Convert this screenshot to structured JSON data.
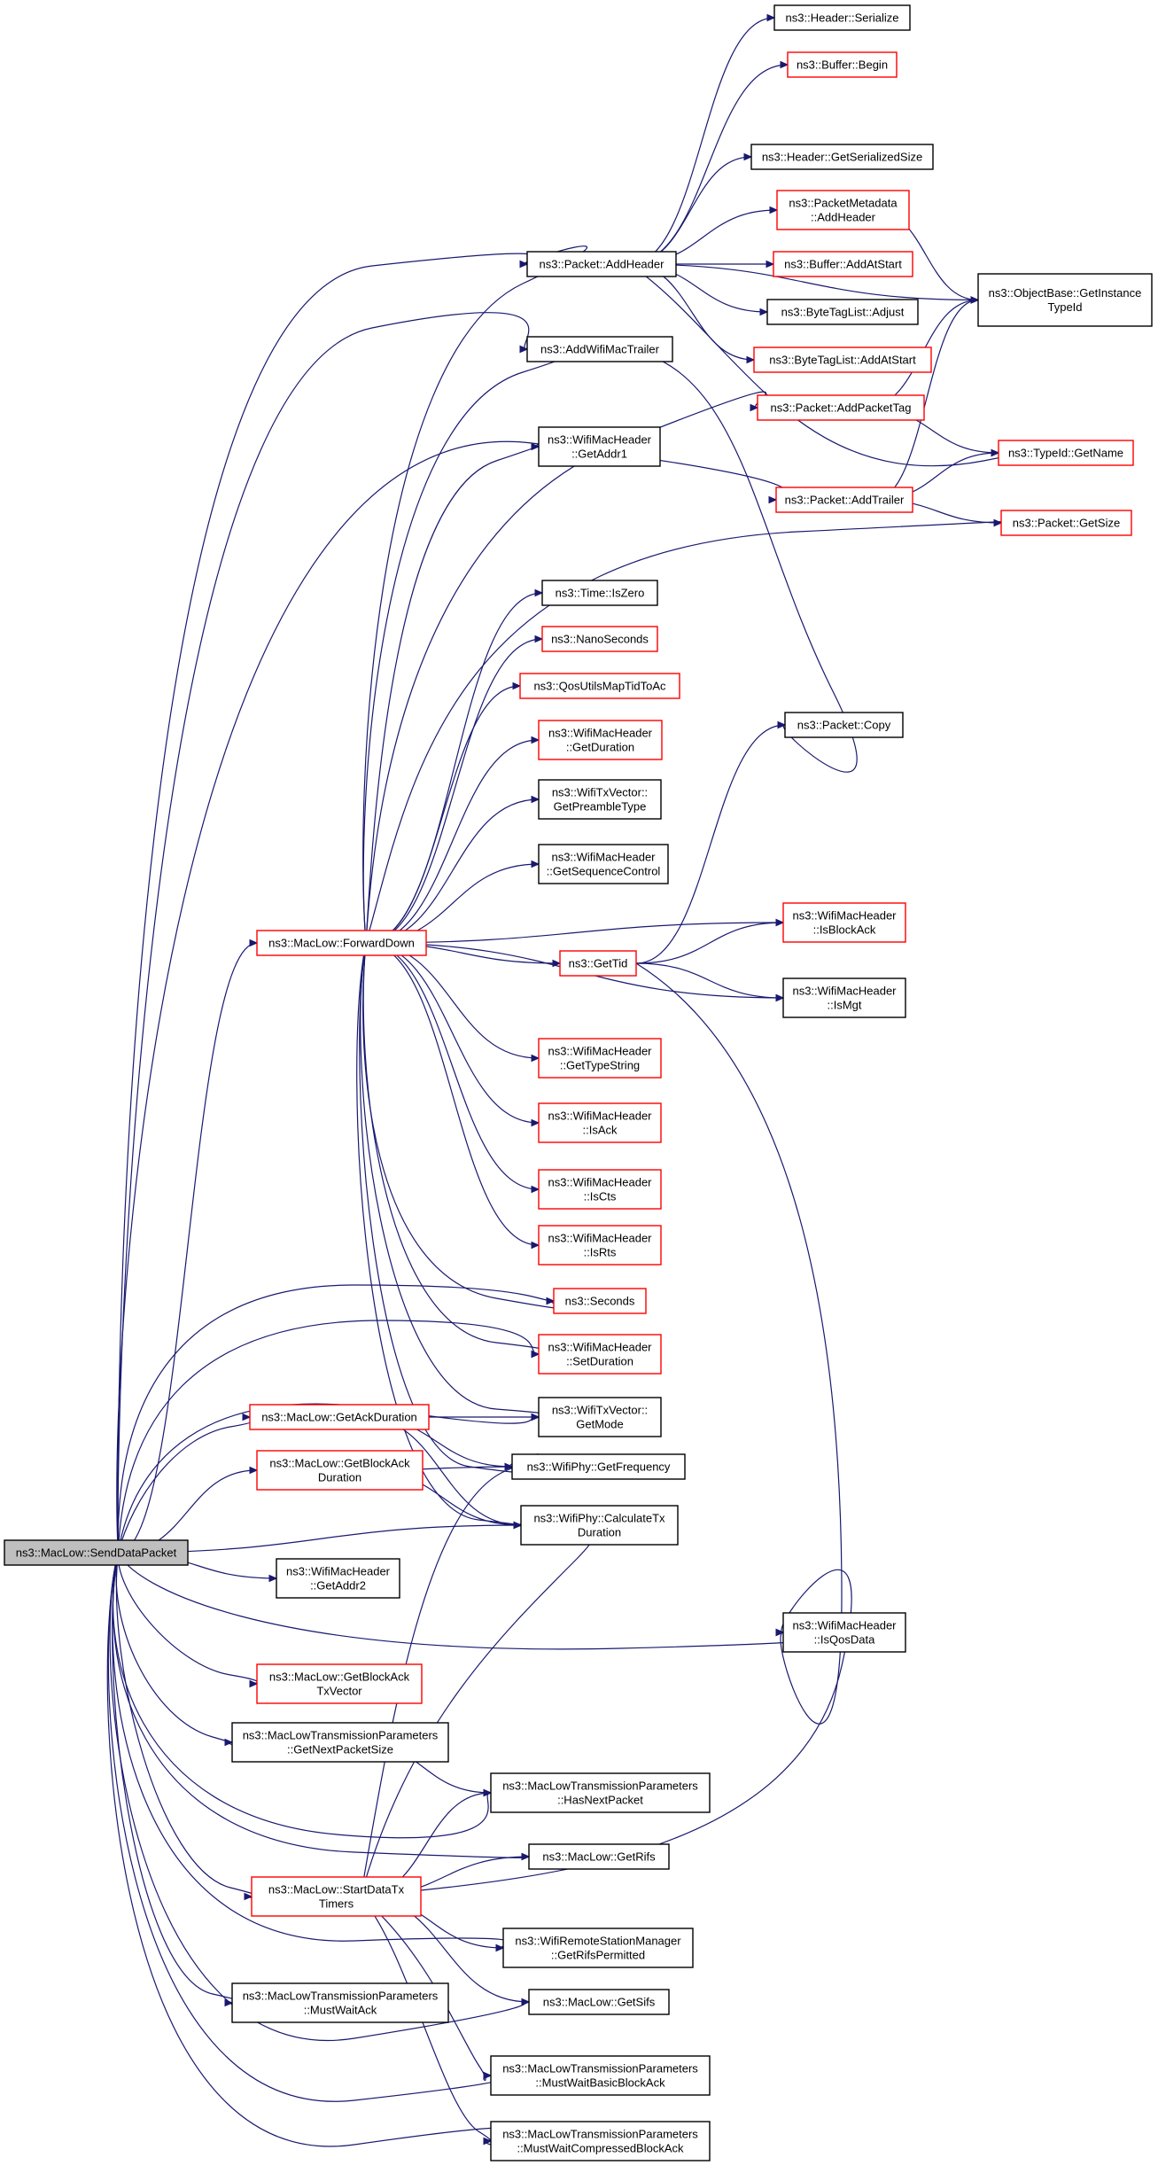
{
  "nodes": [
    {
      "id": "SendDataPacket",
      "lines": [
        "ns3::MacLow::SendDataPacket"
      ],
      "style": "root"
    },
    {
      "id": "HeaderSerialize",
      "lines": [
        "ns3::Header::Serialize"
      ],
      "style": "std"
    },
    {
      "id": "BufferBegin",
      "lines": [
        "ns3::Buffer::Begin"
      ],
      "style": "red"
    },
    {
      "id": "HeaderGetSerializedSize",
      "lines": [
        "ns3::Header::GetSerializedSize"
      ],
      "style": "std"
    },
    {
      "id": "PacketMetadataAddHeader",
      "lines": [
        "ns3::PacketMetadata",
        "::AddHeader"
      ],
      "style": "red"
    },
    {
      "id": "PacketAddHeader",
      "lines": [
        "ns3::Packet::AddHeader"
      ],
      "style": "std"
    },
    {
      "id": "BufferAddAtStart",
      "lines": [
        "ns3::Buffer::AddAtStart"
      ],
      "style": "red"
    },
    {
      "id": "ObjectBaseGetInstanceTypeId",
      "lines": [
        "ns3::ObjectBase::GetInstance",
        "TypeId"
      ],
      "style": "std"
    },
    {
      "id": "ByteTagListAdjust",
      "lines": [
        "ns3::ByteTagList::Adjust"
      ],
      "style": "std"
    },
    {
      "id": "AddWifiMacTrailer",
      "lines": [
        "ns3::AddWifiMacTrailer"
      ],
      "style": "std"
    },
    {
      "id": "ByteTagListAddAtStart",
      "lines": [
        "ns3::ByteTagList::AddAtStart"
      ],
      "style": "red"
    },
    {
      "id": "PacketAddPacketTag",
      "lines": [
        "ns3::Packet::AddPacketTag"
      ],
      "style": "red"
    },
    {
      "id": "WifiMacHeaderGetAddr1",
      "lines": [
        "ns3::WifiMacHeader",
        "::GetAddr1"
      ],
      "style": "std"
    },
    {
      "id": "TypeIdGetName",
      "lines": [
        "ns3::TypeId::GetName"
      ],
      "style": "red"
    },
    {
      "id": "PacketAddTrailer",
      "lines": [
        "ns3::Packet::AddTrailer"
      ],
      "style": "red"
    },
    {
      "id": "PacketGetSize",
      "lines": [
        "ns3::Packet::GetSize"
      ],
      "style": "red"
    },
    {
      "id": "TimeIsZero",
      "lines": [
        "ns3::Time::IsZero"
      ],
      "style": "std"
    },
    {
      "id": "NanoSeconds",
      "lines": [
        "ns3::NanoSeconds"
      ],
      "style": "red"
    },
    {
      "id": "QosUtilsMapTidToAc",
      "lines": [
        "ns3::QosUtilsMapTidToAc"
      ],
      "style": "red"
    },
    {
      "id": "PacketCopy",
      "lines": [
        "ns3::Packet::Copy"
      ],
      "style": "std"
    },
    {
      "id": "WifiMacHeaderGetDuration",
      "lines": [
        "ns3::WifiMacHeader",
        "::GetDuration"
      ],
      "style": "red"
    },
    {
      "id": "WifiTxVectorGetPreambleType",
      "lines": [
        "ns3::WifiTxVector::",
        "GetPreambleType"
      ],
      "style": "std"
    },
    {
      "id": "WifiMacHeaderGetSequenceControl",
      "lines": [
        "ns3::WifiMacHeader",
        "::GetSequenceControl"
      ],
      "style": "std"
    },
    {
      "id": "WifiMacHeaderIsBlockAck",
      "lines": [
        "ns3::WifiMacHeader",
        "::IsBlockAck"
      ],
      "style": "red"
    },
    {
      "id": "ForwardDown",
      "lines": [
        "ns3::MacLow::ForwardDown"
      ],
      "style": "red"
    },
    {
      "id": "GetTid",
      "lines": [
        "ns3::GetTid"
      ],
      "style": "red"
    },
    {
      "id": "WifiMacHeaderIsMgt",
      "lines": [
        "ns3::WifiMacHeader",
        "::IsMgt"
      ],
      "style": "std"
    },
    {
      "id": "WifiMacHeaderGetTypeString",
      "lines": [
        "ns3::WifiMacHeader",
        "::GetTypeString"
      ],
      "style": "red"
    },
    {
      "id": "WifiMacHeaderIsAck",
      "lines": [
        "ns3::WifiMacHeader",
        "::IsAck"
      ],
      "style": "red"
    },
    {
      "id": "WifiMacHeaderIsCts",
      "lines": [
        "ns3::WifiMacHeader",
        "::IsCts"
      ],
      "style": "red"
    },
    {
      "id": "WifiMacHeaderIsRts",
      "lines": [
        "ns3::WifiMacHeader",
        "::IsRts"
      ],
      "style": "red"
    },
    {
      "id": "Seconds",
      "lines": [
        "ns3::Seconds"
      ],
      "style": "red"
    },
    {
      "id": "WifiMacHeaderSetDuration",
      "lines": [
        "ns3::WifiMacHeader",
        "::SetDuration"
      ],
      "style": "red"
    },
    {
      "id": "GetAckDuration",
      "lines": [
        "ns3::MacLow::GetAckDuration"
      ],
      "style": "red"
    },
    {
      "id": "WifiTxVectorGetMode",
      "lines": [
        "ns3::WifiTxVector::",
        "GetMode"
      ],
      "style": "std"
    },
    {
      "id": "GetBlockAckDuration",
      "lines": [
        "ns3::MacLow::GetBlockAck",
        "Duration"
      ],
      "style": "red"
    },
    {
      "id": "WifiPhyGetFrequency",
      "lines": [
        "ns3::WifiPhy::GetFrequency"
      ],
      "style": "std"
    },
    {
      "id": "WifiPhyCalculateTxDuration",
      "lines": [
        "ns3::WifiPhy::CalculateTx",
        "Duration"
      ],
      "style": "std"
    },
    {
      "id": "WifiMacHeaderGetAddr2",
      "lines": [
        "ns3::WifiMacHeader",
        "::GetAddr2"
      ],
      "style": "std"
    },
    {
      "id": "WifiMacHeaderIsQosData",
      "lines": [
        "ns3::WifiMacHeader",
        "::IsQosData"
      ],
      "style": "std"
    },
    {
      "id": "GetBlockAckTxVector",
      "lines": [
        "ns3::MacLow::GetBlockAck",
        "TxVector"
      ],
      "style": "red"
    },
    {
      "id": "GetNextPacketSize",
      "lines": [
        "ns3::MacLowTransmissionParameters",
        "::GetNextPacketSize"
      ],
      "style": "std"
    },
    {
      "id": "HasNextPacket",
      "lines": [
        "ns3::MacLowTransmissionParameters",
        "::HasNextPacket"
      ],
      "style": "std"
    },
    {
      "id": "GetRifs",
      "lines": [
        "ns3::MacLow::GetRifs"
      ],
      "style": "std"
    },
    {
      "id": "StartDataTxTimers",
      "lines": [
        "ns3::MacLow::StartDataTx",
        "Timers"
      ],
      "style": "red"
    },
    {
      "id": "GetRifsPermitted",
      "lines": [
        "ns3::WifiRemoteStationManager",
        "::GetRifsPermitted"
      ],
      "style": "std"
    },
    {
      "id": "MustWaitAck",
      "lines": [
        "ns3::MacLowTransmissionParameters",
        "::MustWaitAck"
      ],
      "style": "std"
    },
    {
      "id": "GetSifs",
      "lines": [
        "ns3::MacLow::GetSifs"
      ],
      "style": "std"
    },
    {
      "id": "MustWaitBasicBlockAck",
      "lines": [
        "ns3::MacLowTransmissionParameters",
        "::MustWaitBasicBlockAck"
      ],
      "style": "std"
    },
    {
      "id": "MustWaitCompressedBlockAck",
      "lines": [
        "ns3::MacLowTransmissionParameters",
        "::MustWaitCompressedBlockAck"
      ],
      "style": "std"
    }
  ],
  "edges": [
    [
      "SendDataPacket",
      "PacketAddHeader"
    ],
    [
      "SendDataPacket",
      "AddWifiMacTrailer"
    ],
    [
      "SendDataPacket",
      "PacketAddTrailer"
    ],
    [
      "SendDataPacket",
      "ForwardDown"
    ],
    [
      "SendDataPacket",
      "Seconds"
    ],
    [
      "SendDataPacket",
      "WifiMacHeaderSetDuration"
    ],
    [
      "SendDataPacket",
      "WifiTxVectorGetMode"
    ],
    [
      "SendDataPacket",
      "GetAckDuration"
    ],
    [
      "SendDataPacket",
      "GetBlockAckDuration"
    ],
    [
      "SendDataPacket",
      "WifiPhyCalculateTxDuration"
    ],
    [
      "SendDataPacket",
      "WifiMacHeaderGetAddr2"
    ],
    [
      "SendDataPacket",
      "WifiMacHeaderIsQosData"
    ],
    [
      "SendDataPacket",
      "GetBlockAckTxVector"
    ],
    [
      "SendDataPacket",
      "GetNextPacketSize"
    ],
    [
      "SendDataPacket",
      "HasNextPacket"
    ],
    [
      "SendDataPacket",
      "GetRifs"
    ],
    [
      "SendDataPacket",
      "StartDataTxTimers"
    ],
    [
      "SendDataPacket",
      "GetRifsPermitted"
    ],
    [
      "SendDataPacket",
      "MustWaitAck"
    ],
    [
      "SendDataPacket",
      "GetSifs"
    ],
    [
      "SendDataPacket",
      "MustWaitBasicBlockAck"
    ],
    [
      "SendDataPacket",
      "MustWaitCompressedBlockAck"
    ],
    [
      "PacketAddHeader",
      "HeaderSerialize"
    ],
    [
      "PacketAddHeader",
      "BufferBegin"
    ],
    [
      "PacketAddHeader",
      "ObjectBaseGetInstanceTypeId"
    ],
    [
      "PacketAddHeader",
      "HeaderGetSerializedSize"
    ],
    [
      "PacketAddHeader",
      "PacketMetadataAddHeader"
    ],
    [
      "PacketAddHeader",
      "BufferAddAtStart"
    ],
    [
      "PacketAddHeader",
      "ByteTagListAdjust"
    ],
    [
      "PacketAddHeader",
      "ByteTagListAddAtStart"
    ],
    [
      "PacketAddHeader",
      "TypeIdGetName"
    ],
    [
      "PacketMetadataAddHeader",
      "ObjectBaseGetInstanceTypeId"
    ],
    [
      "AddWifiMacTrailer",
      "PacketCopy"
    ],
    [
      "PacketAddPacketTag",
      "ObjectBaseGetInstanceTypeId"
    ],
    [
      "PacketAddPacketTag",
      "TypeIdGetName"
    ],
    [
      "PacketAddTrailer",
      "ObjectBaseGetInstanceTypeId"
    ],
    [
      "PacketAddTrailer",
      "TypeIdGetName"
    ],
    [
      "PacketAddTrailer",
      "PacketGetSize"
    ],
    [
      "ForwardDown",
      "PacketAddHeader"
    ],
    [
      "ForwardDown",
      "AddWifiMacTrailer"
    ],
    [
      "ForwardDown",
      "PacketAddPacketTag"
    ],
    [
      "ForwardDown",
      "WifiMacHeaderGetAddr1"
    ],
    [
      "ForwardDown",
      "PacketGetSize"
    ],
    [
      "ForwardDown",
      "TimeIsZero"
    ],
    [
      "ForwardDown",
      "NanoSeconds"
    ],
    [
      "ForwardDown",
      "QosUtilsMapTidToAc"
    ],
    [
      "ForwardDown",
      "WifiMacHeaderGetDuration"
    ],
    [
      "ForwardDown",
      "WifiTxVectorGetPreambleType"
    ],
    [
      "ForwardDown",
      "WifiMacHeaderGetSequenceControl"
    ],
    [
      "ForwardDown",
      "WifiMacHeaderIsBlockAck"
    ],
    [
      "ForwardDown",
      "GetTid"
    ],
    [
      "ForwardDown",
      "WifiMacHeaderIsMgt"
    ],
    [
      "ForwardDown",
      "WifiMacHeaderGetTypeString"
    ],
    [
      "ForwardDown",
      "WifiMacHeaderIsAck"
    ],
    [
      "ForwardDown",
      "WifiMacHeaderIsCts"
    ],
    [
      "ForwardDown",
      "WifiMacHeaderIsRts"
    ],
    [
      "ForwardDown",
      "Seconds"
    ],
    [
      "ForwardDown",
      "WifiMacHeaderSetDuration"
    ],
    [
      "ForwardDown",
      "WifiTxVectorGetMode"
    ],
    [
      "ForwardDown",
      "WifiPhyGetFrequency"
    ],
    [
      "ForwardDown",
      "WifiPhyCalculateTxDuration"
    ],
    [
      "GetTid",
      "PacketCopy"
    ],
    [
      "GetTid",
      "WifiMacHeaderIsBlockAck"
    ],
    [
      "GetTid",
      "WifiMacHeaderIsMgt"
    ],
    [
      "GetTid",
      "WifiMacHeaderIsQosData"
    ],
    [
      "GetAckDuration",
      "WifiTxVectorGetMode"
    ],
    [
      "GetAckDuration",
      "WifiPhyGetFrequency"
    ],
    [
      "GetAckDuration",
      "WifiPhyCalculateTxDuration"
    ],
    [
      "GetBlockAckDuration",
      "WifiPhyGetFrequency"
    ],
    [
      "GetBlockAckDuration",
      "WifiPhyCalculateTxDuration"
    ],
    [
      "GetNextPacketSize",
      "HasNextPacket"
    ],
    [
      "StartDataTxTimers",
      "WifiPhyGetFrequency"
    ],
    [
      "StartDataTxTimers",
      "WifiPhyCalculateTxDuration"
    ],
    [
      "StartDataTxTimers",
      "WifiMacHeaderIsQosData"
    ],
    [
      "StartDataTxTimers",
      "HasNextPacket"
    ],
    [
      "StartDataTxTimers",
      "GetRifs"
    ],
    [
      "StartDataTxTimers",
      "GetRifsPermitted"
    ],
    [
      "StartDataTxTimers",
      "GetSifs"
    ],
    [
      "StartDataTxTimers",
      "MustWaitBasicBlockAck"
    ],
    [
      "StartDataTxTimers",
      "MustWaitCompressedBlockAck"
    ]
  ]
}
